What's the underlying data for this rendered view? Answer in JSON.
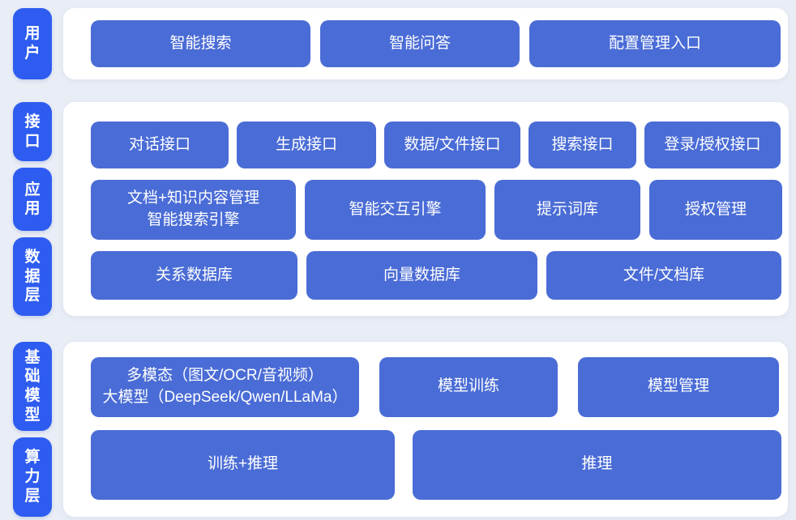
{
  "colors": {
    "background": "#e9edf5",
    "panel": "#ffffff",
    "block_blue": "#4a6cd6",
    "layer_label_blue": "#2e5cf0",
    "text": "#ffffff"
  },
  "sections": [
    {
      "name": "user",
      "labels": [
        {
          "text": "用户"
        }
      ],
      "rows": [
        {
          "buttons": [
            {
              "label": "智能搜索"
            },
            {
              "label": "智能问答"
            },
            {
              "label": "配置管理入口"
            }
          ]
        }
      ]
    },
    {
      "name": "platform",
      "labels": [
        {
          "text": "接口"
        },
        {
          "text": "应用"
        },
        {
          "text": "数据层"
        }
      ],
      "rows": [
        {
          "buttons": [
            {
              "label": "对话接口"
            },
            {
              "label": "生成接口"
            },
            {
              "label": "数据/文件接口"
            },
            {
              "label": "搜索接口"
            },
            {
              "label": "登录/授权接口"
            }
          ]
        },
        {
          "buttons": [
            {
              "label": "文档+知识内容管理\n智能搜索引擎"
            },
            {
              "label": "智能交互引擎"
            },
            {
              "label": "提示词库"
            },
            {
              "label": "授权管理"
            }
          ]
        },
        {
          "buttons": [
            {
              "label": "关系数据库"
            },
            {
              "label": "向量数据库"
            },
            {
              "label": "文件/文档库"
            }
          ]
        }
      ]
    },
    {
      "name": "infra",
      "labels": [
        {
          "text": "基础模型"
        },
        {
          "text": "算力层"
        }
      ],
      "rows": [
        {
          "buttons": [
            {
              "label": "多模态（图文/OCR/音视频）\n大模型（DeepSeek/Qwen/LLaMa）"
            },
            {
              "label": "模型训练"
            },
            {
              "label": "模型管理"
            }
          ]
        },
        {
          "buttons": [
            {
              "label": "训练+推理"
            },
            {
              "label": "推理"
            }
          ]
        }
      ]
    }
  ]
}
